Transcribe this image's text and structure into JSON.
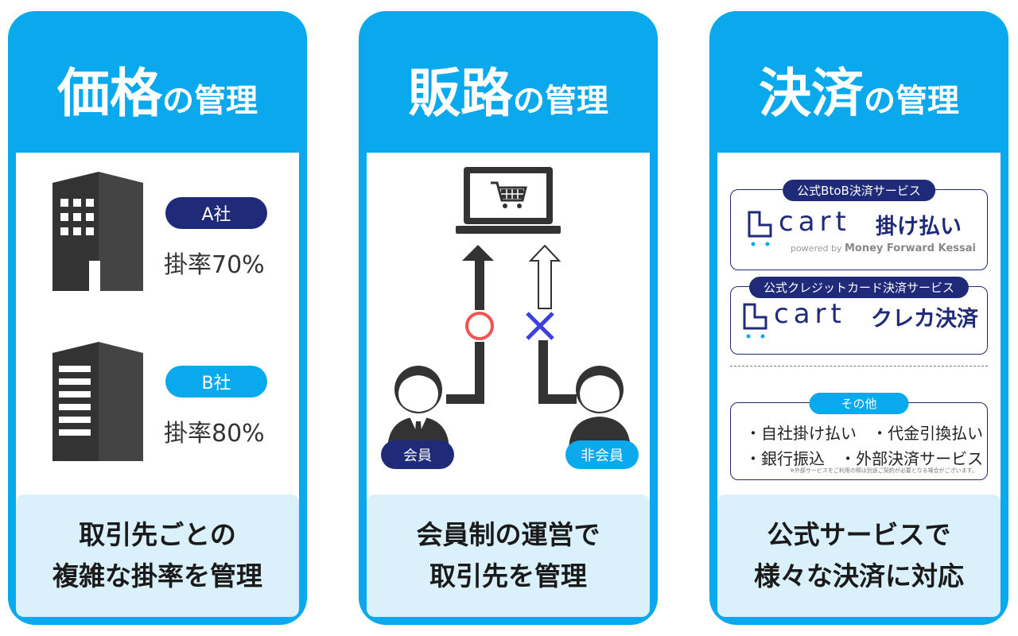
{
  "cards": [
    {
      "title_big": "価格",
      "title_small": "の管理",
      "companies": [
        {
          "badge": "A社",
          "rate": "掛率70%"
        },
        {
          "badge": "B社",
          "rate": "掛率80%"
        }
      ],
      "caption": [
        "取引先ごとの",
        "複雑な掛率を管理"
      ]
    },
    {
      "title_big": "販路",
      "title_small": "の管理",
      "member_label": "会員",
      "nonmember_label": "非会員",
      "caption": [
        "会員制の運営で",
        "取引先を管理"
      ]
    },
    {
      "title_big": "決済",
      "title_small": "の管理",
      "service1": {
        "tag": "公式BtoB決済サービス",
        "name": "掛け払い",
        "powered_by": "powered by",
        "powered_brand": "Money Forward Kessai"
      },
      "service2": {
        "tag": "公式クレジットカード決済サービス",
        "name": "クレカ決済"
      },
      "brand_word": "cart",
      "other": {
        "tag": "その他",
        "row1": [
          "・自社掛け払い",
          "・代金引換払い"
        ],
        "row2": [
          "・銀行振込",
          "・外部決済サービス"
        ],
        "note": "※外部サービスをご利用の際は別途ご契約が必要となる場合がございます。"
      },
      "caption": [
        "公式サービスで",
        "様々な決済に対応"
      ]
    }
  ],
  "colors": {
    "accent": "#0aa9ee",
    "navy": "#1f2a78",
    "light_box": "#daf1fc",
    "ok_red": "#ef5552",
    "ng_blue": "#3a41e0"
  }
}
